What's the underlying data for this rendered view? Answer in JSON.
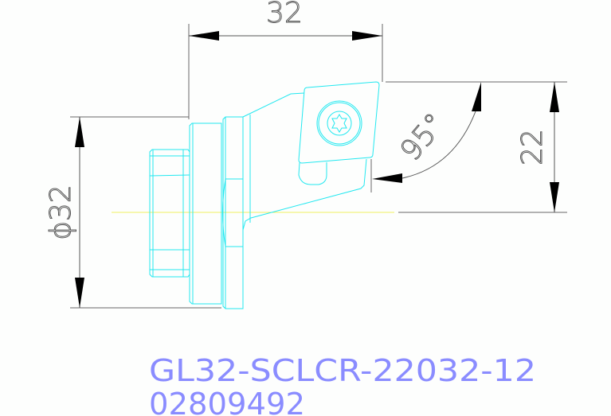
{
  "drawing": {
    "part_number": "GL32-SCLCR-22032-12",
    "order_code": "02809492",
    "dimensions": {
      "length": "32",
      "diameter": "ϕ32",
      "height": "22",
      "angle": "95°"
    },
    "colors": {
      "part_outline": "#22e8f0",
      "centerline": "#f0f060",
      "dimension_lines": "#555555",
      "label_text": "#8a8cff"
    }
  }
}
